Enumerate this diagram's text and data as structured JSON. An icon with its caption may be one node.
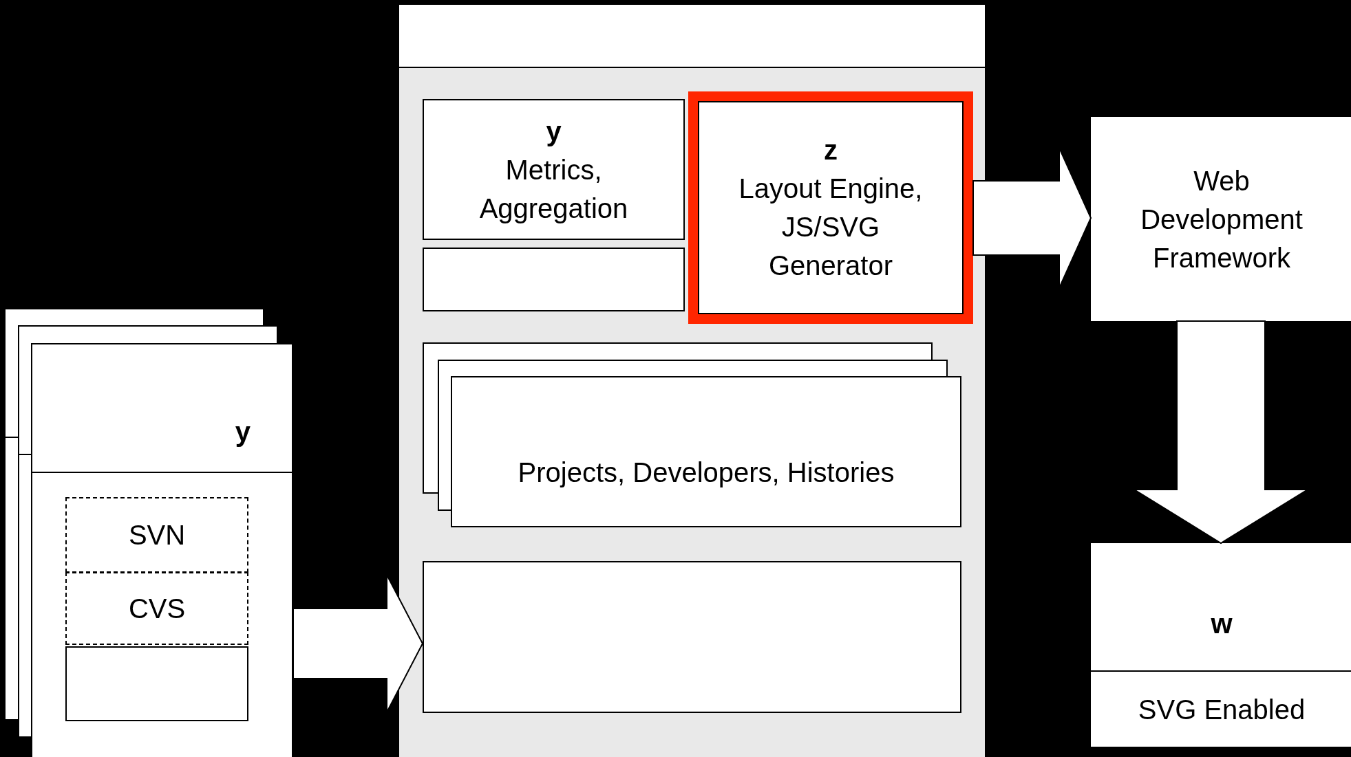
{
  "diagram": {
    "nodes": [
      {
        "text": [],
        "shape": "box"
      },
      {
        "text": [
          "y",
          "Metrics, Aggregation"
        ],
        "in": 0
      },
      {
        "text": [],
        "shape": "box",
        "in": 0
      },
      {
        "text": [
          "z",
          "Layout Engine, JS/SVG Generator"
        ],
        "in": 0
      },
      {
        "text": [
          "Projects, Developers, Histories"
        ],
        "in": 0
      },
      {
        "text": [],
        "shape": "box",
        "in": 0
      },
      {
        "text": [
          "y"
        ]
      },
      {
        "text": [
          "SVN"
        ],
        "in": 6
      },
      {
        "text": [
          "CVS"
        ],
        "in": 6
      },
      {
        "text": [],
        "shape": "box",
        "in": 6
      },
      {
        "text": [
          "Web Development Framework"
        ]
      },
      {
        "text": [
          "w",
          "SVG Enabled"
        ]
      }
    ],
    "edges": [
      {
        "from": 6,
        "to": 5,
        "arrow": "to"
      },
      {
        "from": 3,
        "to": 10,
        "arrow": "to"
      },
      {
        "from": 10,
        "to": 11,
        "arrow": "to"
      }
    ]
  }
}
